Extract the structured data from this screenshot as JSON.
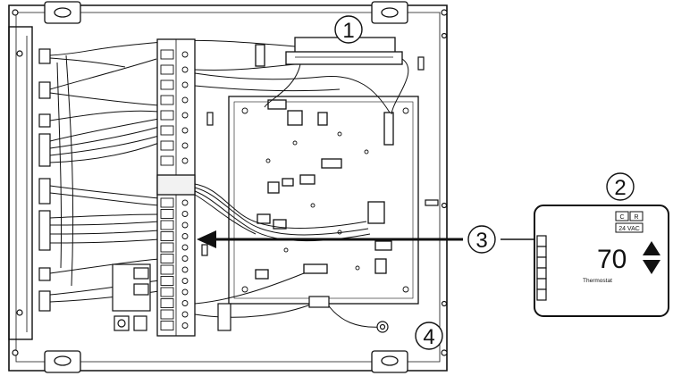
{
  "callouts": [
    "1",
    "2",
    "3",
    "4"
  ],
  "thermostat": {
    "terminals": [
      "C",
      "R"
    ],
    "voltage": "24 VAC",
    "temperature": "70",
    "label": "Thermostat"
  },
  "colors": {
    "line": "#111111",
    "panel": "#ffffff",
    "shade": "#f2f2f2"
  }
}
